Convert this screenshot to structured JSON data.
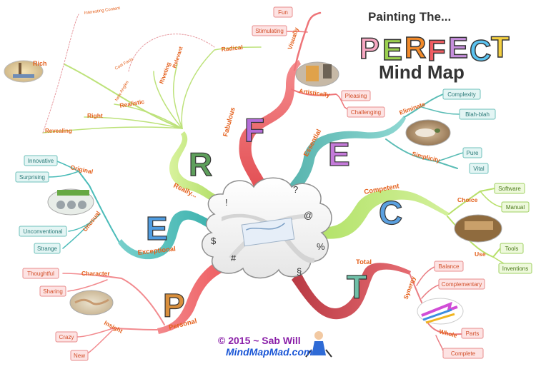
{
  "title": {
    "line1": "Painting The...",
    "letters": [
      "P",
      "E",
      "R",
      "F",
      "E",
      "C",
      "T"
    ],
    "line3": "Mind Map"
  },
  "footer": {
    "copyright": "© 2015 ~ Sab Will",
    "site": "MindMapMad.com"
  },
  "center_symbols": [
    "!",
    "?",
    "@",
    "$",
    "%",
    "#",
    "§"
  ],
  "branches": {
    "f": {
      "letter": "F",
      "label": "Fabulous"
    },
    "e1": {
      "letter": "E",
      "label": "Essential"
    },
    "c": {
      "letter": "C",
      "label": "Competent"
    },
    "t": {
      "letter": "T",
      "label": "Total"
    },
    "p": {
      "letter": "P",
      "label": "Personal"
    },
    "e2": {
      "letter": "E",
      "label": "Exceptional"
    },
    "r": {
      "letter": "R",
      "label": "Really..."
    }
  },
  "nodes": {
    "visually": "Visually",
    "fun": "Fun",
    "stimulating": "Stimulating",
    "artistically": "Artistically",
    "pleasing": "Pleasing",
    "challenging": "Challenging",
    "eliminate": "Eliminate",
    "complexity": "Complexity",
    "blah": "Blah-blah",
    "simplicity": "Simplicity",
    "pure": "Pure",
    "vital": "Vital",
    "choice": "Choice",
    "software": "Software",
    "manual": "Manual",
    "use": "Use",
    "tools": "Tools",
    "inventions": "Inventions",
    "synergy": "Synergy",
    "balance": "Balance",
    "complementary": "Complementary",
    "whole": "Whole",
    "parts": "Parts",
    "complete": "Complete",
    "character": "Character",
    "thoughtful": "Thoughtful",
    "sharing": "Sharing",
    "insight": "Insight",
    "crazy": "Crazy",
    "new": "New",
    "original": "Original",
    "innovative": "Innovative",
    "surprising": "Surprising",
    "unusual": "Unusual",
    "unconventional": "Unconventional",
    "strange": "Strange",
    "interesting": "Interesting Content",
    "rich": "Rich",
    "relevant": "Relevant",
    "radical": "Radical",
    "coolfacts": "Cool Facts",
    "riveting": "Riveting",
    "newangles": "New Angles",
    "realistic": "Realistic",
    "right": "Right",
    "revealing": "Revealing"
  },
  "colors": {
    "f": "#e8575b",
    "e1": "#5ab8b2",
    "c": "#a9dc57",
    "t": "#c9464f",
    "p": "#f06b6f",
    "e2": "#4bbcb9",
    "r": "#b8e06a",
    "label_text": "#e4601c"
  }
}
